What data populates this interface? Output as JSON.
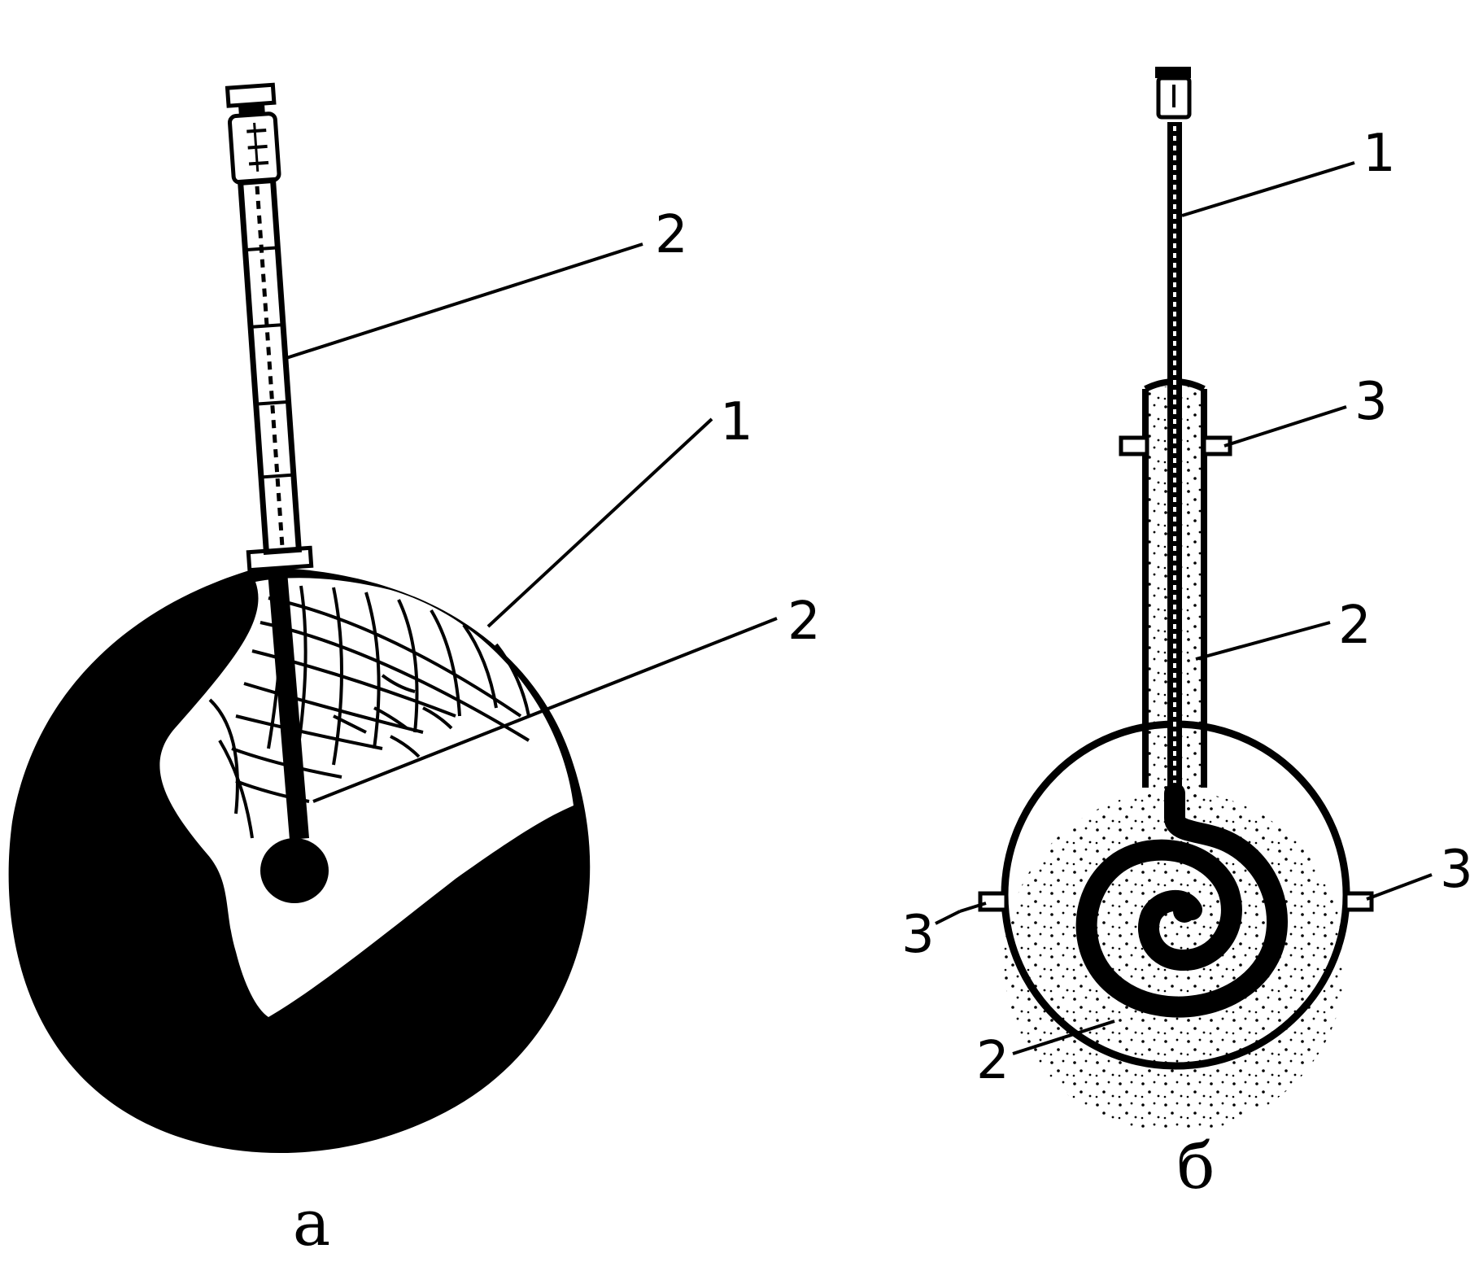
{
  "colors": {
    "ink": "#000000",
    "paper": "#ffffff"
  },
  "figure_a": {
    "caption": "a",
    "labels": {
      "syringe": "2",
      "shell": "1",
      "inner": "2"
    }
  },
  "figure_b": {
    "caption": "б",
    "labels": {
      "tube": "1",
      "clamp_top": "3",
      "filling_stem": "2",
      "clamp_right": "3",
      "clamp_left": "3",
      "filling_bulb": "2"
    }
  }
}
